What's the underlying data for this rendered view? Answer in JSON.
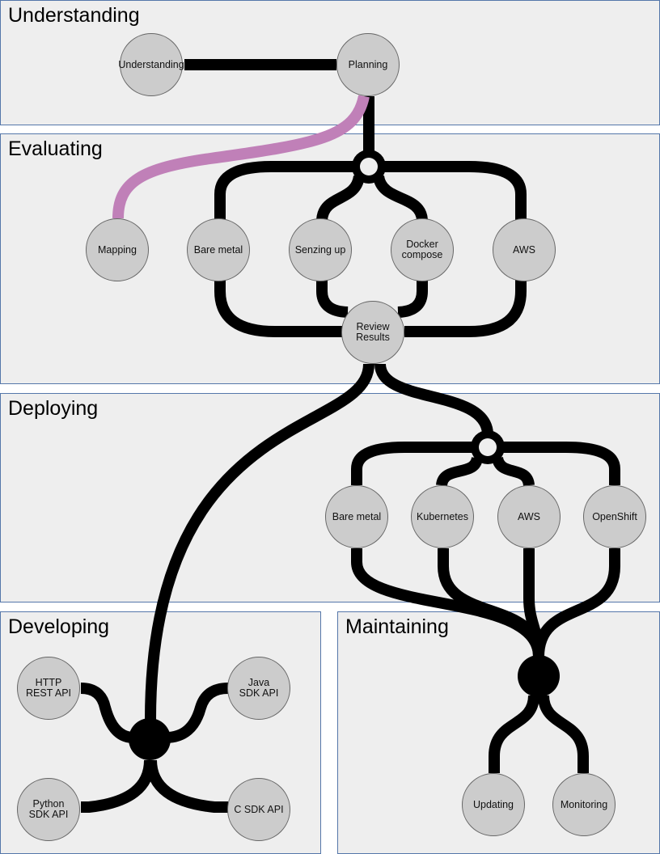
{
  "panels": {
    "understanding": {
      "title": "Understanding"
    },
    "evaluating": {
      "title": "Evaluating"
    },
    "deploying": {
      "title": "Deploying"
    },
    "developing": {
      "title": "Developing"
    },
    "maintaining": {
      "title": "Maintaining"
    }
  },
  "nodes": {
    "understanding": "Understanding",
    "planning": "Planning",
    "mapping": "Mapping",
    "eval_bare_metal": "Bare metal",
    "senzing_up": "Senzing up",
    "docker_compose": "Docker\ncompose",
    "eval_aws": "AWS",
    "review_results": "Review\nResults",
    "deploy_bare_metal": "Bare metal",
    "kubernetes": "Kubernetes",
    "deploy_aws": "AWS",
    "openshift": "OpenShift",
    "http_rest_api": "HTTP\nREST API",
    "java_sdk_api": "Java\nSDK API",
    "python_sdk_api": "Python\nSDK API",
    "c_sdk_api": "C SDK API",
    "updating": "Updating",
    "monitoring": "Monitoring"
  },
  "colors": {
    "panel_fill": "#eeeeee",
    "panel_border": "#5577aa",
    "node_fill": "#cccccc",
    "line": "#000000",
    "mapping_line": "#c080b8"
  }
}
